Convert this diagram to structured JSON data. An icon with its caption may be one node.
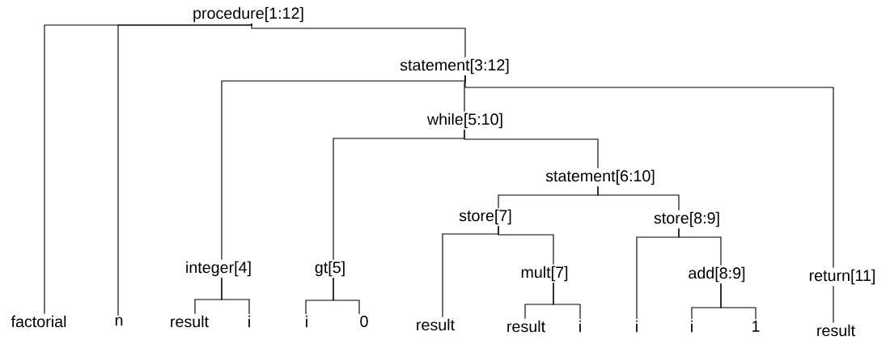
{
  "diagram": {
    "nodes": [
      {
        "text": [
          "procedure[1:12]"
        ]
      },
      {
        "text": [
          "statement[3:12]"
        ]
      },
      {
        "text": [
          "while[5:10]"
        ]
      },
      {
        "text": [
          "statement[6:10]"
        ]
      },
      {
        "text": [
          "store[7]"
        ]
      },
      {
        "text": [
          "store[8:9]"
        ]
      },
      {
        "text": [
          "integer[4]"
        ]
      },
      {
        "text": [
          "gt[5]"
        ]
      },
      {
        "text": [
          "mult[7]"
        ]
      },
      {
        "text": [
          "add[8:9]"
        ]
      },
      {
        "text": [
          "return[11]"
        ]
      },
      {
        "text": [
          "factorial"
        ]
      },
      {
        "text": [
          "n"
        ]
      },
      {
        "text": [
          "result"
        ]
      },
      {
        "text": [
          "i"
        ]
      },
      {
        "text": [
          "i"
        ]
      },
      {
        "text": [
          "0"
        ]
      },
      {
        "text": [
          "result"
        ]
      },
      {
        "text": [
          "result"
        ]
      },
      {
        "text": [
          "i"
        ]
      },
      {
        "text": [
          "i"
        ]
      },
      {
        "text": [
          "i"
        ]
      },
      {
        "text": [
          "1"
        ]
      },
      {
        "text": [
          "result"
        ]
      }
    ],
    "edges": [
      {
        "from": 0,
        "to": 11,
        "arrow": "none"
      },
      {
        "from": 0,
        "to": 12,
        "arrow": "none"
      },
      {
        "from": 0,
        "to": 1,
        "arrow": "none"
      },
      {
        "from": 1,
        "to": 6,
        "arrow": "none"
      },
      {
        "from": 1,
        "to": 2,
        "arrow": "none"
      },
      {
        "from": 1,
        "to": 10,
        "arrow": "none"
      },
      {
        "from": 2,
        "to": 7,
        "arrow": "none"
      },
      {
        "from": 2,
        "to": 3,
        "arrow": "none"
      },
      {
        "from": 3,
        "to": 4,
        "arrow": "none"
      },
      {
        "from": 3,
        "to": 5,
        "arrow": "none"
      },
      {
        "from": 4,
        "to": 17,
        "arrow": "none"
      },
      {
        "from": 4,
        "to": 8,
        "arrow": "none"
      },
      {
        "from": 5,
        "to": 20,
        "arrow": "none"
      },
      {
        "from": 5,
        "to": 9,
        "arrow": "none"
      },
      {
        "from": 6,
        "to": 13,
        "arrow": "none"
      },
      {
        "from": 6,
        "to": 14,
        "arrow": "none"
      },
      {
        "from": 7,
        "to": 15,
        "arrow": "none"
      },
      {
        "from": 7,
        "to": 16,
        "arrow": "none"
      },
      {
        "from": 8,
        "to": 18,
        "arrow": "none"
      },
      {
        "from": 8,
        "to": 19,
        "arrow": "none"
      },
      {
        "from": 9,
        "to": 21,
        "arrow": "none"
      },
      {
        "from": 9,
        "to": 22,
        "arrow": "none"
      },
      {
        "from": 10,
        "to": 23,
        "arrow": "none"
      }
    ]
  }
}
